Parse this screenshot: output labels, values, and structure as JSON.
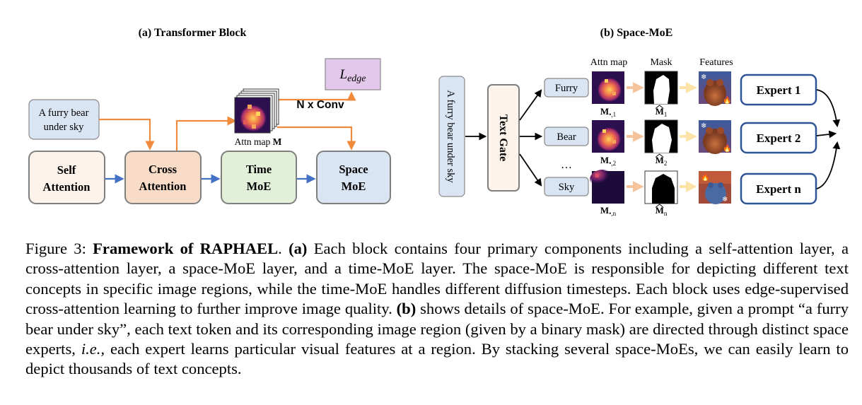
{
  "panel_a": {
    "title": "(a) Transformer Block",
    "prompt": [
      "A furry bear",
      "under sky"
    ],
    "blocks": [
      {
        "line1": "Self",
        "line2": "Attention"
      },
      {
        "line1": "Cross",
        "line2": "Attention"
      },
      {
        "line1": "Time",
        "line2": "MoE"
      },
      {
        "line1": "Space",
        "line2": "MoE"
      }
    ],
    "attn_label": "Attn map ",
    "attn_symbol": "M",
    "conv_label": "N x Conv",
    "loss_main": "L",
    "loss_sub": "edge"
  },
  "panel_b": {
    "title": "(b) Space-MoE",
    "prompt_vertical": "A furry bear under sky",
    "gate_label": "Text Gate",
    "col_headers": [
      "Attn map",
      "Mask",
      "Features"
    ],
    "tokens": [
      "Furry",
      "Bear",
      "Sky"
    ],
    "ellipsis": "…",
    "attn_labels": [
      {
        "main": "M",
        "sub": "•,1"
      },
      {
        "main": "M",
        "sub": "•,2"
      },
      {
        "main": "M",
        "sub": "•,n"
      }
    ],
    "mask_labels": [
      {
        "main": "M",
        "sub": "1"
      },
      {
        "main": "M",
        "sub": "2"
      },
      {
        "main": "M",
        "sub": "n"
      }
    ],
    "experts": [
      "Expert 1",
      "Expert 2",
      "Expert n"
    ],
    "snow_glyph": "❄",
    "fire_glyph": "🔥"
  },
  "caption": {
    "fig_label": "Figure 3: ",
    "bold_title": "Framework of RAPHAEL",
    "p1": ". ",
    "a_tag": "(a)",
    "p2": " Each block contains four primary components including a self-attention layer, a cross-attention layer, a space-MoE layer, and a time-MoE layer. The space-MoE is responsible for depicting different text concepts in specific image regions, while the time-MoE handles different diffusion timesteps. Each block uses edge-supervised cross-attention learning to further improve image quality. ",
    "b_tag": "(b)",
    "p3": " shows details of space-MoE. For example, given a prompt “a furry bear under sky”, each text token and its corresponding image region (given by a binary mask) are directed through distinct space experts, ",
    "ie": "i.e.,",
    "p4": " each expert learns particular visual features at a region. By stacking several space-MoEs, we can easily learn to depict thousands of text concepts."
  },
  "colors": {
    "orange_arrow": "#ef8a3c",
    "blue_arrow": "#4472c4",
    "self_fill": "#fdf3ea",
    "cross_fill": "#f8dcc8",
    "time_fill": "#e2f0d9",
    "space_fill": "#dae5f4",
    "prompt_fill": "#dae5f4",
    "loss_fill": "#e4c8ec",
    "expert_border": "#2f5597",
    "mask_arrow": "#f6c49c",
    "feat_arrow": "#fde3a7"
  }
}
